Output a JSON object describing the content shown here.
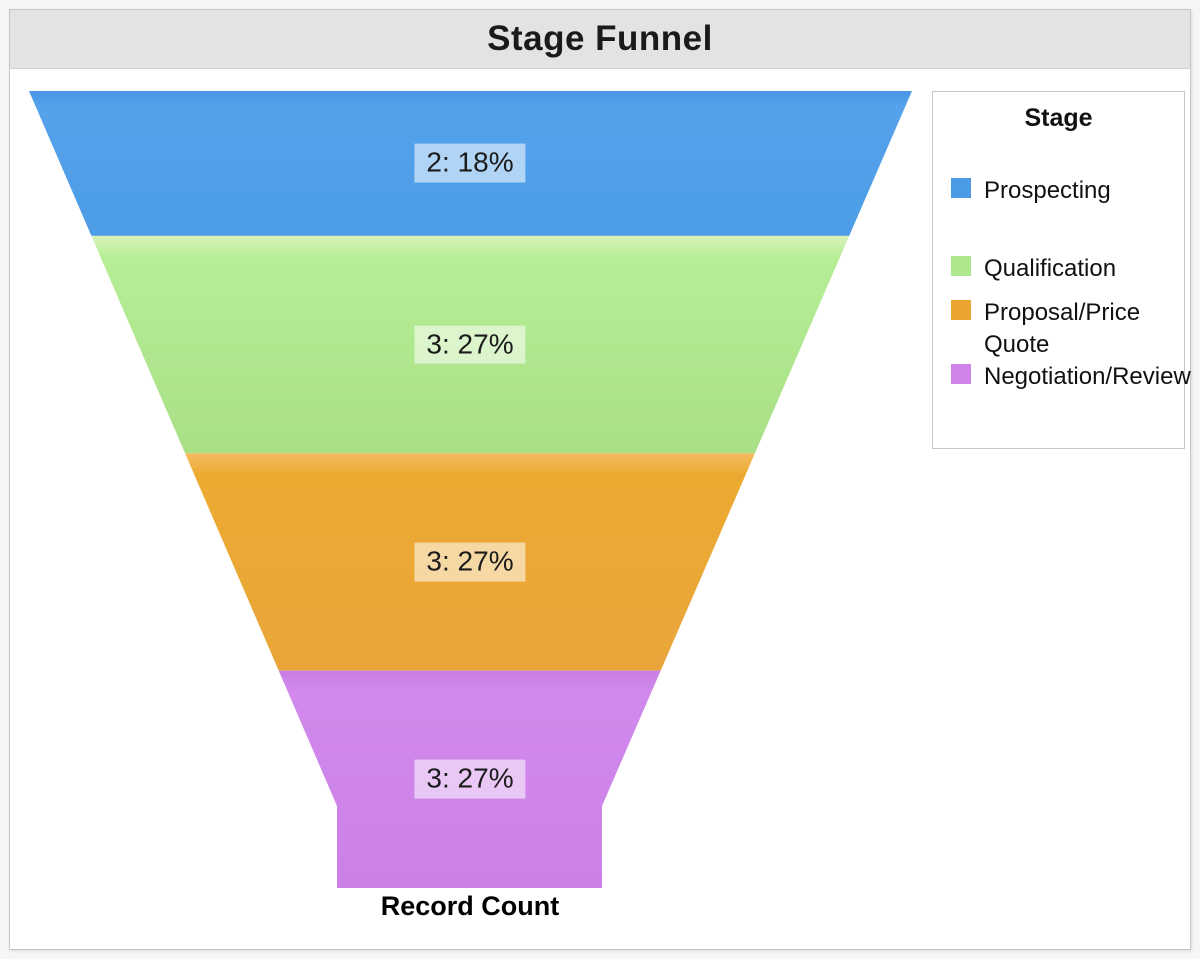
{
  "chart": {
    "title": "Stage Funnel",
    "xlabel": "Record Count",
    "legend_title": "Stage"
  },
  "chart_data": {
    "type": "funnel",
    "title": "Stage Funnel",
    "value_axis_label": "Record Count",
    "legend_title": "Stage",
    "legend_position": "right",
    "label_format": "record_count: percent",
    "stages": [
      {
        "name": "Prospecting",
        "record_count": 2,
        "percent": 18,
        "label": "2: 18%",
        "color": "#4a9ae4",
        "gradient": [
          "#4895e4",
          "#55a2eb",
          "#4c9ce6"
        ]
      },
      {
        "name": "Qualification",
        "record_count": 3,
        "percent": 27,
        "label": "3: 27%",
        "color": "#aee88c",
        "gradient": [
          "#d9f2b8",
          "#b6ee96",
          "#a9e086"
        ]
      },
      {
        "name": "Proposal/Price Quote",
        "record_count": 3,
        "percent": 27,
        "label": "3: 27%",
        "color": "#eaa42f",
        "gradient": [
          "#f4bb60",
          "#ecaa31",
          "#e9a53a"
        ]
      },
      {
        "name": "Negotiation/Review",
        "record_count": 3,
        "percent": 27,
        "label": "3: 27%",
        "color": "#cf82e9",
        "gradient": [
          "#c97de4",
          "#d189ec",
          "#cc80e7"
        ]
      }
    ]
  }
}
